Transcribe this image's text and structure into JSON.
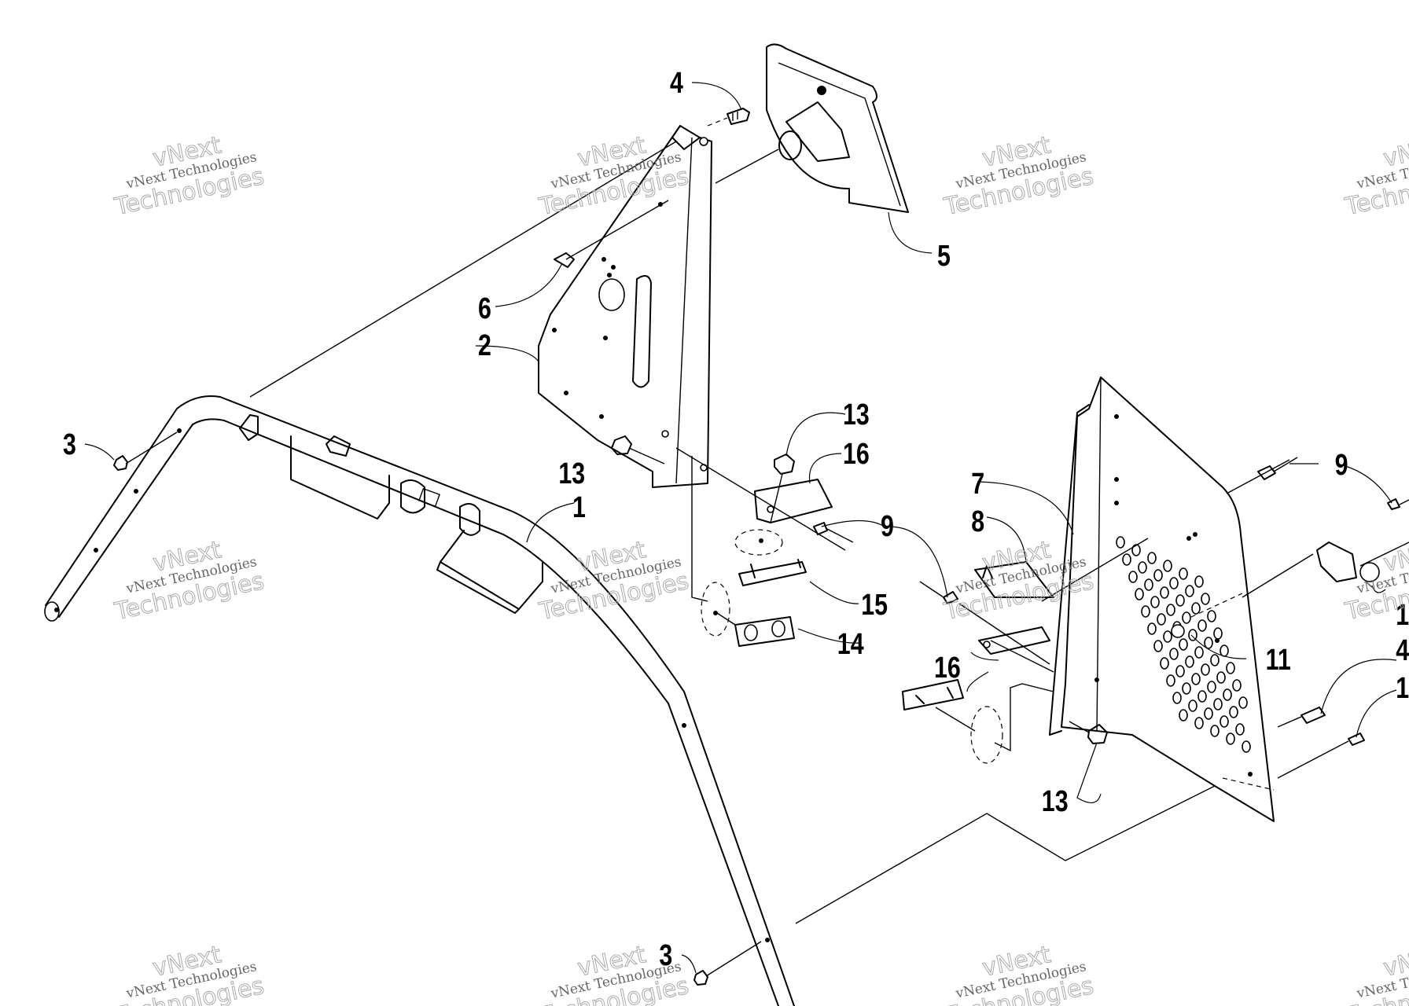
{
  "callouts": {
    "c1": "1",
    "c2": "2",
    "c3a": "3",
    "c3b": "3",
    "c4a": "4",
    "c4b": "4",
    "c5": "5",
    "c6": "6",
    "c7": "7",
    "c8": "8",
    "c9a": "9",
    "c9b": "9",
    "c11": "11",
    "c13a": "13",
    "c13b": "13",
    "c13c": "13",
    "c14": "14",
    "c15": "15",
    "c16a": "16",
    "c16b": "16",
    "c1edge": "1",
    "c1edge2": "1"
  },
  "watermark": {
    "line1": "vNext Technologies",
    "line2": "vNext",
    "line3": "Technologies"
  }
}
